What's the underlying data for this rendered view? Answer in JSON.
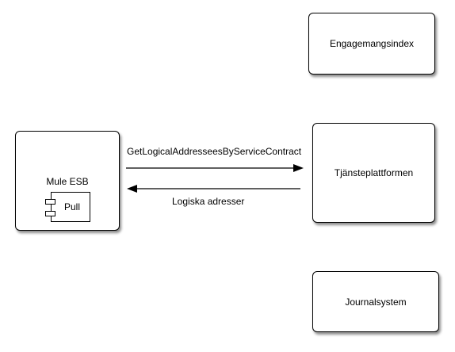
{
  "nodes": {
    "engagemangsindex": "Engagemangsindex",
    "tjansteplattformen": "Tjänsteplattformen",
    "journalsystem": "Journalsystem",
    "mule_esb": {
      "title": "Mule ESB",
      "component": "Pull"
    }
  },
  "edges": {
    "request_label": "GetLogicalAddresseesByServiceContract",
    "response_label": "Logiska adresser"
  }
}
